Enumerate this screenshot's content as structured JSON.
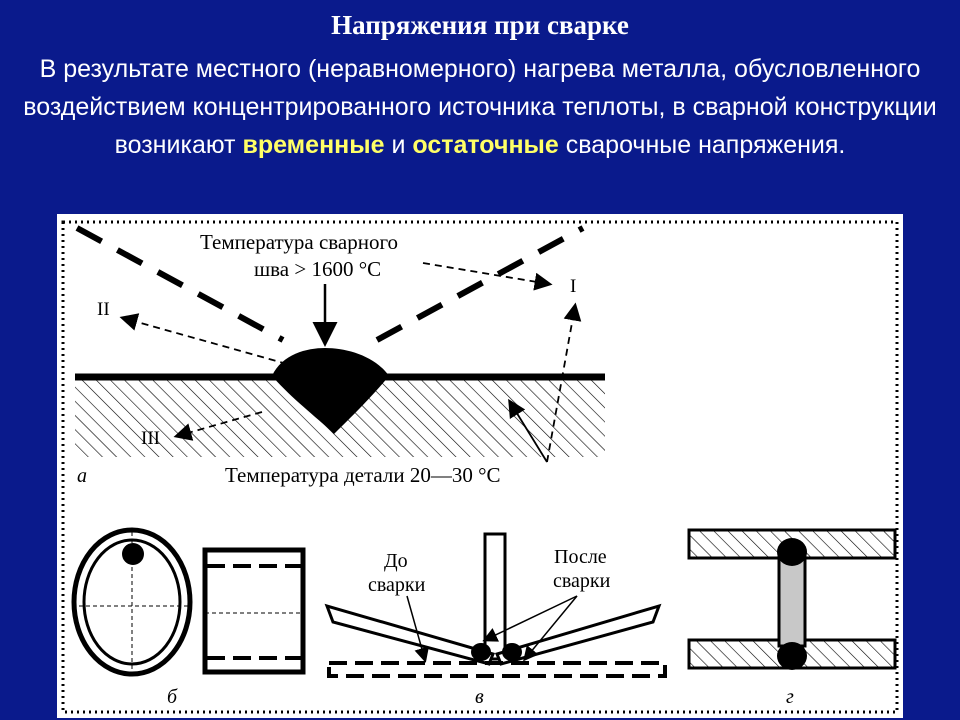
{
  "title": "Напряжения  при сварке",
  "paragraph": {
    "part1": "В результате местного (неравномерного) нагрева металла, обусловленного воздействием концентрированного источника теплоты, в сварной конструкции возникают ",
    "highlight1": "временные",
    "part2": " и ",
    "highlight2": "остаточные",
    "part3": " сварочные напряжения."
  },
  "figure": {
    "label_weld_temp_line1": "Температура сварного",
    "label_weld_temp_line2": "шва > 1600 °C",
    "label_part_temp": "Температура детали 20—30 °C",
    "roman_1": "I",
    "roman_2": "II",
    "roman_3": "III",
    "sub_a": "а",
    "sub_b": "б",
    "sub_v": "в",
    "sub_g": "г",
    "before_line1": "До",
    "before_line2": "сварки",
    "after_line1": "После",
    "after_line2": "сварки"
  }
}
